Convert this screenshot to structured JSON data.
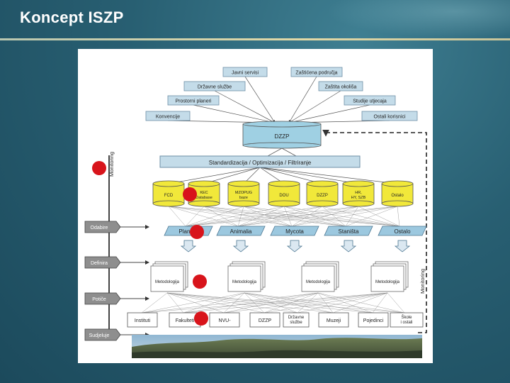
{
  "slide": {
    "title": "Koncept ISZP"
  },
  "users": {
    "left": [
      "Javni servisi",
      "Državne službe",
      "Prostorni planeri",
      "Konvencije"
    ],
    "right": [
      "Zaštićena područja",
      "Zaštita okoliša",
      "Studije utjecaja",
      "Ostali korisnici"
    ]
  },
  "central_db": "DZZP",
  "standardization_bar": "Standardizacija / Optimizacija / Filtriranje",
  "databases": [
    "FCD",
    "KEC Database",
    "MZOPUG baze",
    "DOU",
    "DZZP",
    "HR, HY, SZB",
    "Ostalo"
  ],
  "categories": [
    "Plantae",
    "Animalia",
    "Mycota",
    "Staništa",
    "Ostalo"
  ],
  "methodology_label": "Metodologija",
  "institutions": [
    "Instituti",
    "Fakulteti",
    "NVU-",
    "DZZP",
    "Državne službe",
    "Muzeji",
    "Pojedinci",
    "Škole i ostali"
  ],
  "process_steps": [
    "Odabire",
    "Definira",
    "Potiče",
    "Sudjeluje"
  ],
  "monitoring_labels": {
    "left": "Monitoring",
    "right": "Monitoring"
  },
  "colors": {
    "user_box": "#c4dce9",
    "central_db": "#9fd0e3",
    "database": "#f1e83a",
    "category": "#9cc8df",
    "step": "#8e8e8e",
    "marker": "#d8141b",
    "photo_sky": "#7fa9c9"
  }
}
